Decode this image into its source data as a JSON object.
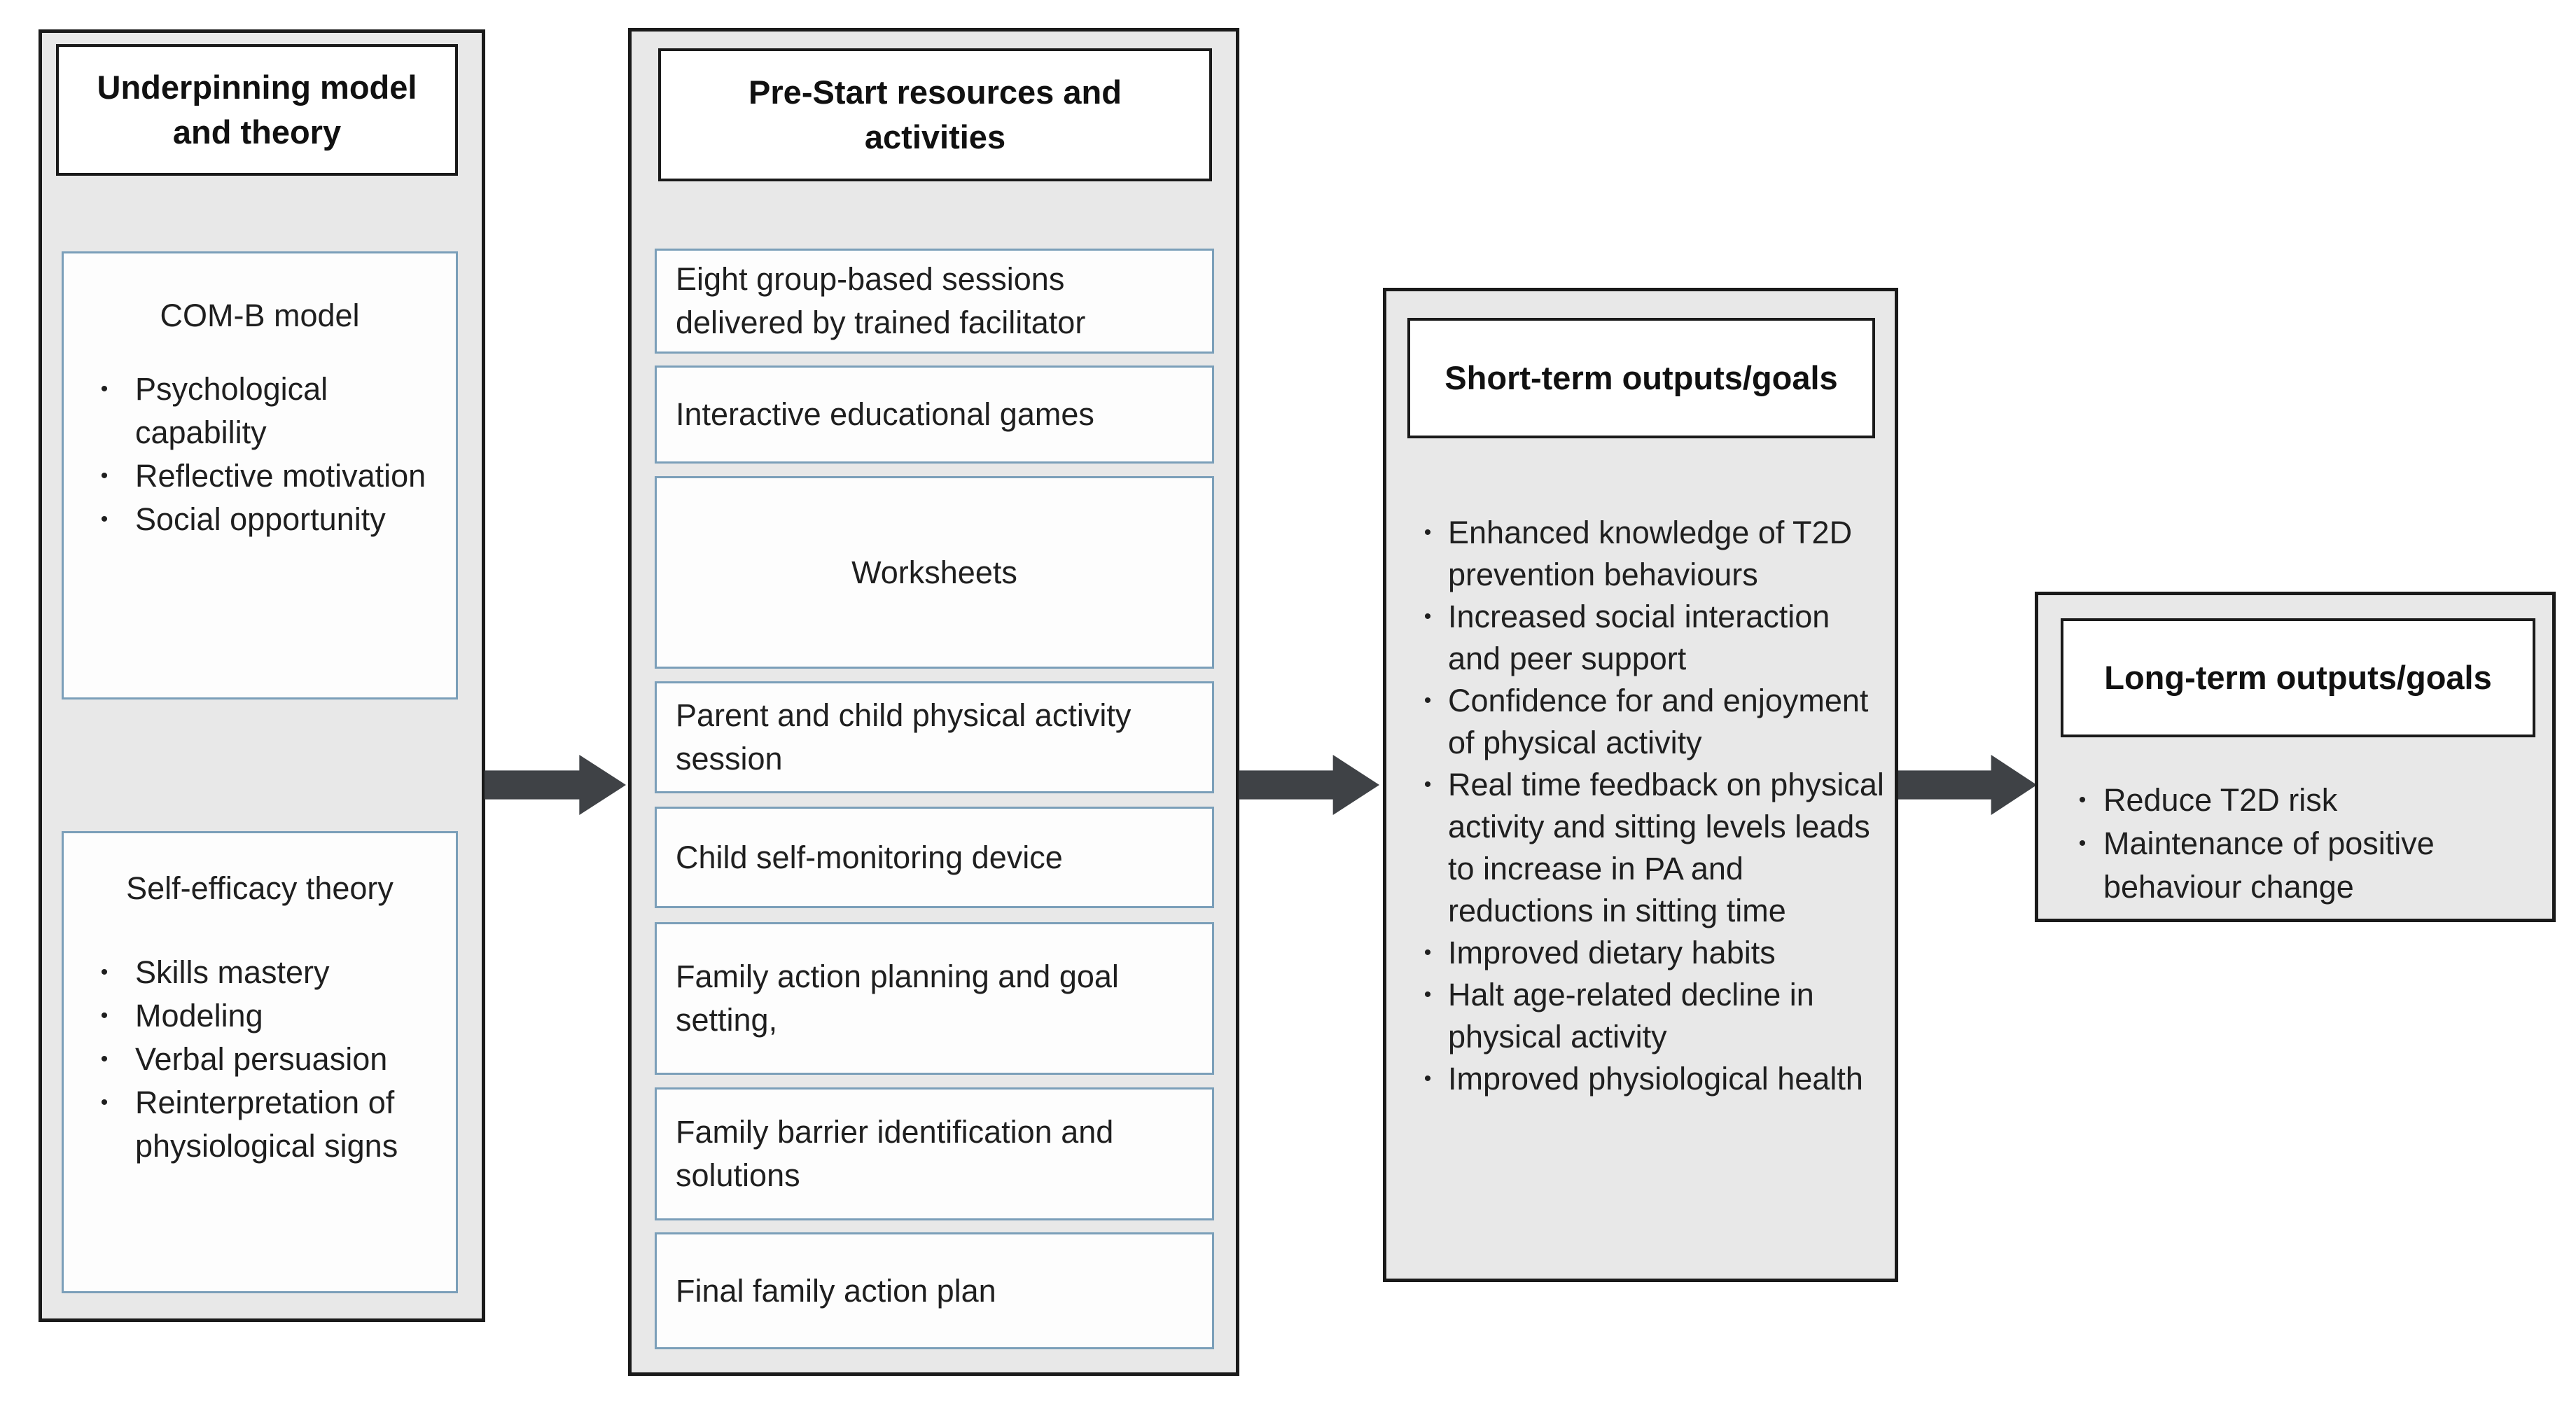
{
  "bullet_glyph": "•",
  "colors": {
    "column_bg": "#e8e8e8",
    "outer_border": "#1a1a1a",
    "inner_box_border": "#7b9fb9",
    "arrow": "#3f4246",
    "text": "#1f1f1f"
  },
  "columns": [
    {
      "header": "Underpinning model and theory",
      "boxes": [
        {
          "title": "COM-B model",
          "bullets": [
            "Psychological capability",
            "Reflective motivation",
            "Social opportunity"
          ]
        },
        {
          "title": "Self-efficacy theory",
          "bullets": [
            "Skills mastery",
            "Modeling",
            "Verbal persuasion",
            "Reinterpretation of physiological signs"
          ]
        }
      ]
    },
    {
      "header": "Pre-Start resources and activities",
      "items": [
        "Eight group-based sessions delivered by trained facilitator",
        "Interactive educational games",
        "Worksheets",
        "Parent and child physical activity session",
        "Child self-monitoring device",
        "Family action planning and goal setting,",
        "Family barrier identification and solutions",
        "Final family action plan"
      ]
    },
    {
      "header": "Short-term outputs/goals",
      "bullets": [
        "Enhanced knowledge of T2D prevention behaviours",
        "Increased social interaction and peer support",
        "Confidence for and enjoyment of physical activity",
        "Real time feedback on physical activity and sitting levels leads to increase in PA and reductions in sitting time",
        "Improved dietary habits",
        "Halt age-related decline in physical activity",
        "Improved physiological health"
      ]
    },
    {
      "header": "Long-term outputs/goals",
      "bullets": [
        "Reduce T2D risk",
        "Maintenance of positive behaviour change"
      ]
    }
  ]
}
